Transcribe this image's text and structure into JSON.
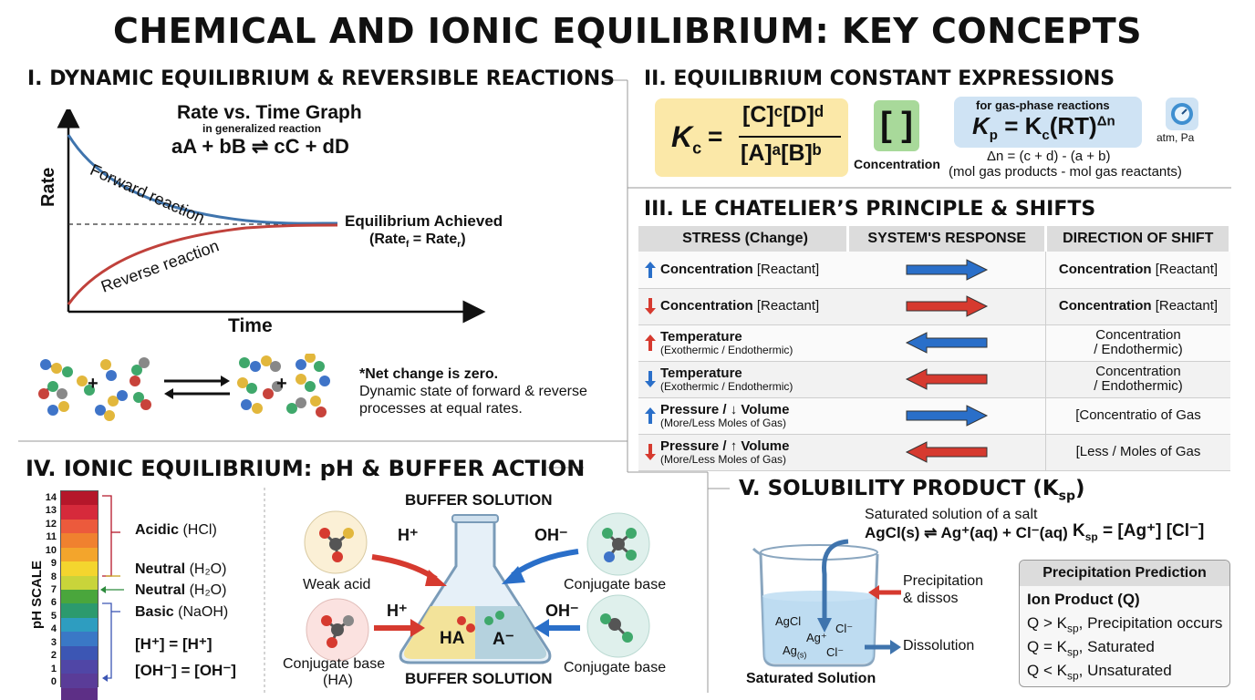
{
  "title": "CHEMICAL AND IONIC EQUILIBRIUM: KEY CONCEPTS",
  "sec1": {
    "heading": "I. DYNAMIC EQUILIBRIUM & REVERSIBLE REACTIONS",
    "graph_title": "Rate vs. Time Graph",
    "graph_subtitle": "in generalized reaction",
    "reaction": "aA + bB ⇌ cC + dD",
    "y_label": "Rate",
    "x_label": "Time",
    "forward_label": "Forward reaction",
    "reverse_label": "Reverse reaction",
    "eq_label": "Equilibrium Achieved",
    "eq_rate": "(Rate",
    "eq_rate_f": "f",
    "eq_rate_mid": " = Rate",
    "eq_rate_r": "r",
    "eq_rate_end": ")",
    "plus1": "+",
    "plus2": "+",
    "note_bold": "*Net change is zero.",
    "note_line2": "Dynamic state of forward & reverse",
    "note_line3": "processes at equal rates."
  },
  "sec2": {
    "heading": "II. EQUILIBRIUM CONSTANT EXPRESSIONS",
    "kc_k": "K",
    "kc_sub": "c",
    "kc_eq": "=",
    "kc_num": "[C]ᶜ[D]ᵈ",
    "kc_den": "[A]ᵃ[B]ᵇ",
    "bracket": "[ ]",
    "conc_label": "Concentration",
    "gas_note": "for gas-phase reactions",
    "kp_k": "K",
    "kp_sub": "p",
    "kp_eq": "= K",
    "kp_sub2": "c",
    "kp_rest": "(RT)",
    "kp_exp": "Δn",
    "units": "atm, Pa",
    "delta_n": "Δn = (c + d) - (a + b)",
    "delta_n_desc": "(mol gas products - mol gas reactants)"
  },
  "sec3": {
    "heading": "III.  LE CHATELIER’S PRINCIPLE & SHIFTS",
    "columns": [
      "STRESS (Change)",
      "SYSTEM'S RESPONSE",
      "DIRECTION OF SHIFT"
    ],
    "rows": [
      {
        "arrow": "up",
        "arrow_color": "#2a6fc9",
        "stress": "Concentration",
        "stress_extra": " [Reactant]",
        "sub": "",
        "resp_dir": "right",
        "resp_color": "#2a6fc9",
        "dir_bold": "Concentration",
        "dir_rest": " [Reactant]",
        "dir_line2": ""
      },
      {
        "arrow": "down",
        "arrow_color": "#d63a2f",
        "stress": "Concentration",
        "stress_extra": " [Reactant]",
        "sub": "",
        "resp_dir": "right",
        "resp_color": "#d63a2f",
        "dir_bold": "Concentration",
        "dir_rest": " [Reactant]",
        "dir_line2": ""
      },
      {
        "arrow": "up",
        "arrow_color": "#d63a2f",
        "stress": "Temperature",
        "stress_extra": "",
        "sub": "(Exothermic / Endothermic)",
        "resp_dir": "left",
        "resp_color": "#2a6fc9",
        "dir_bold": "",
        "dir_rest": "Concentration",
        "dir_line2": "/ Endothermic)"
      },
      {
        "arrow": "down",
        "arrow_color": "#2a6fc9",
        "stress": "Temperature",
        "stress_extra": "",
        "sub": "(Exothermic / Endothermic)",
        "resp_dir": "left",
        "resp_color": "#d63a2f",
        "dir_bold": "",
        "dir_rest": "Concentration",
        "dir_line2": "/ Endothermic)"
      },
      {
        "arrow": "up",
        "arrow_color": "#2a6fc9",
        "stress": "Pressure / ↓ Volume",
        "stress_extra": "",
        "sub": "(More/Less Moles of Gas)",
        "resp_dir": "right",
        "resp_color": "#2a6fc9",
        "dir_bold": "",
        "dir_rest": "[Concentratio of Gas",
        "dir_line2": ""
      },
      {
        "arrow": "down",
        "arrow_color": "#d63a2f",
        "stress": "Pressure / ↑ Volume",
        "stress_extra": "",
        "sub": "(More/Less Moles of Gas)",
        "resp_dir": "left",
        "resp_color": "#d63a2f",
        "dir_bold": "",
        "dir_rest": "[Less / Moles of Gas",
        "dir_line2": ""
      }
    ]
  },
  "sec4": {
    "heading": "IV. IONIC EQUILIBRIUM: pH & BUFFER ACTION",
    "ph_axis": "pH SCALE",
    "ph_numbers": [
      "14",
      "13",
      "12",
      "11",
      "10",
      "9",
      "8",
      "7",
      "6",
      "5",
      "4",
      "3",
      "2",
      "1",
      "0"
    ],
    "ph_colors": [
      "#b5172a",
      "#d62a3b",
      "#ec5a3c",
      "#f0812f",
      "#f3a52c",
      "#f4d52e",
      "#c9d43a",
      "#4aa63c",
      "#2c9a6e",
      "#2e9dc0",
      "#3a78c6",
      "#3c56b4",
      "#5046a6",
      "#5a3c98",
      "#5d2f86"
    ],
    "acidic": "Acidic",
    "acidic_ex": " (HCl)",
    "neutral1": "Neutral",
    "neutral1_ex": " (H₂O)",
    "neutral2": "Neutral",
    "neutral2_ex": " (H₂O)",
    "basic": "Basic",
    "basic_ex": " (NaOH)",
    "eq1": "[H⁺] = [H⁺]",
    "eq2": "[OH⁻] = [OH⁻]",
    "buffer_top": "BUFFER SOLUTION",
    "buffer_bottom": "BUFFER SOLUTION",
    "weak_acid": "Weak acid",
    "conj_base_tl": "Conjugate base",
    "conj_base_bl": "Conjugate base",
    "conj_base_bl2": "(HA)",
    "conj_base_br": "Conjugate base",
    "h_plus_1": "H⁺",
    "h_plus_2": "H⁺",
    "oh_minus_1": "OH⁻",
    "oh_minus_2": "OH⁻",
    "flask_ha": "HA",
    "flask_a": "A⁻"
  },
  "sec5": {
    "heading": "V. SOLUBILITY PRODUCT (K",
    "heading_sub": "sp",
    "heading_end": ")",
    "saturated_note": "Saturated solution of a salt",
    "reaction": "AgCl(s) ⇌ Ag⁺(aq) + Cl⁻(aq)",
    "ksp": "K",
    "ksp_sub": "sp",
    "ksp_rest": " = [Ag⁺] [Cl⁻]",
    "precip_label": "Precipitation",
    "precip_label2": "& dissos",
    "dissolution": "Dissolution",
    "beaker_agcl": "AgCl",
    "beaker_ag": "Ag⁺",
    "beaker_cl1": "Cl⁻",
    "beaker_ags": "Ag",
    "beaker_ags_sub": "(s)",
    "beaker_cl2": "Cl⁻",
    "beaker_caption": "Saturated Solution",
    "pp_title": "Precipitation Prediction",
    "pp_ion": "Ion Product (Q)",
    "pp_rows": [
      {
        "pre": "Q > K",
        "sub": "sp",
        "post": ", Precipitation occurs"
      },
      {
        "pre": "Q = K",
        "sub": "sp",
        "post": ", Saturated"
      },
      {
        "pre": "Q < K",
        "sub": "sp",
        "post": ", Unsaturated"
      }
    ]
  }
}
